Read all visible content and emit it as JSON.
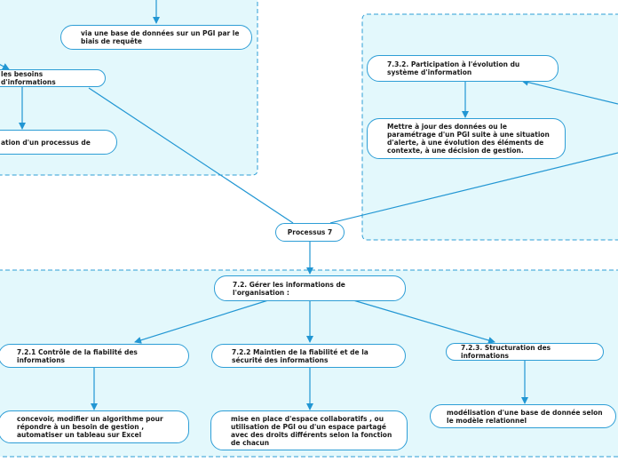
{
  "colors": {
    "region_fill": "#e3f8fc",
    "region_border": "#2e9ed6",
    "connector": "#2196d3",
    "node_border": "#2e9ed6",
    "node_fill": "#ffffff"
  },
  "nodes": {
    "central": "Processus 7",
    "top_left_query": "via une base de données sur un PGI par le biais de requête",
    "top_left_needs": "les besoins d'informations",
    "top_left_process": "ation d'un processus de",
    "n_7_3_2": "7.3.2. Participation à l'évolution du système d'information",
    "n_7_3_2_detail": "Mettre à jour des données ou le paramétrage d'un PGI suite à une situation d'alerte, à une évolution des éléments de contexte, à une décision de gestion.",
    "n_7_2": "7.2. Gérer les informations de l'organisation :",
    "n_7_2_1": "7.2.1 Contrôle de la fiabilité des informations",
    "n_7_2_1_detail": "concevoir, modifier un algorithme pour répondre à un besoin de gestion , automatiser un tableau sur Excel",
    "n_7_2_2": "7.2.2 Maintien de la fiabilité et de la sécurité des informations",
    "n_7_2_2_detail": "mise en place d'espace collaboratifs , ou utilisation de PGI ou d'un espace partagé avec des droits différents selon la fonction de chacun",
    "n_7_2_3": "7.2.3. Structuration des informations",
    "n_7_2_3_detail": "modélisation d'une base de donnée selon le modèle relationnel"
  }
}
